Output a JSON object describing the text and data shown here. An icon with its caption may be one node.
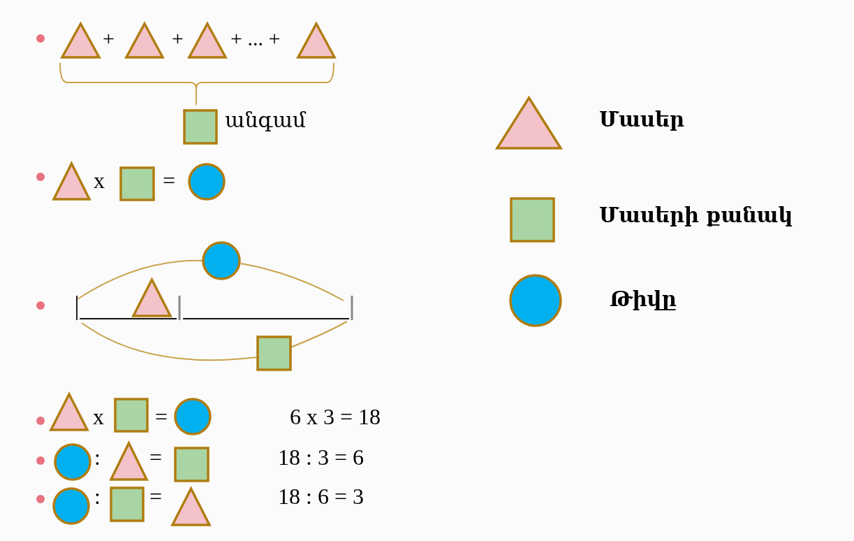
{
  "diagram": {
    "labels": [
      "+",
      "+",
      "+ ... +",
      "անգամ",
      "x",
      "=",
      "x",
      "=",
      "6 x 3 = 18",
      ":",
      "=",
      "18 : 3 = 6",
      ":",
      "=",
      "18 : 6 = 3"
    ],
    "legend": [
      {
        "text": "Մասեր"
      },
      {
        "text": "Մասերի քանակ"
      },
      {
        "text": "Թիվը"
      }
    ]
  }
}
